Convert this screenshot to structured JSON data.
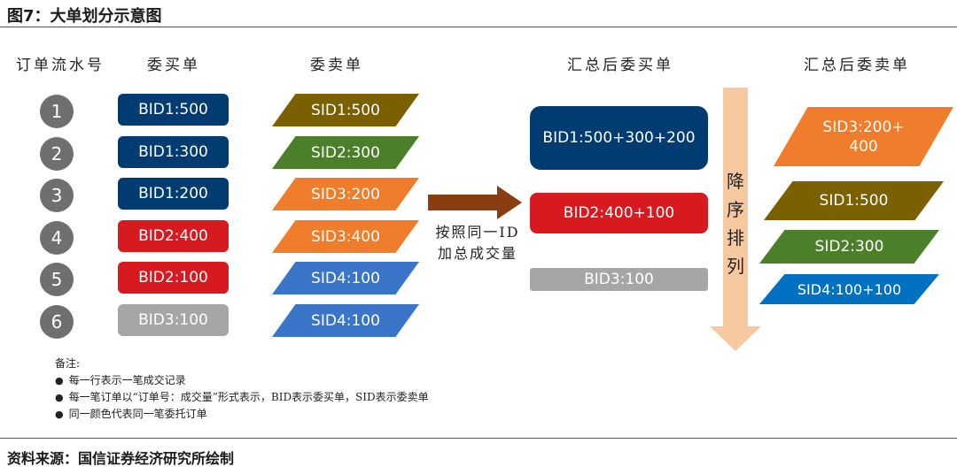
{
  "figure_title": "图7：大单划分示意图",
  "headers": {
    "serial": "订单流水号",
    "buy": "委买单",
    "sell": "委卖单",
    "agg_buy": "汇总后委买单",
    "agg_sell": "汇总后委卖单"
  },
  "rows": [
    {
      "num": "1",
      "bid": "BID1:500",
      "bid_color": "#003c71",
      "sid": "SID1:500",
      "sid_color": "#7a6000"
    },
    {
      "num": "2",
      "bid": "BID1:300",
      "bid_color": "#003c71",
      "sid": "SID2:300",
      "sid_color": "#4b7f2a"
    },
    {
      "num": "3",
      "bid": "BID1:200",
      "bid_color": "#003c71",
      "sid": "SID3:200",
      "sid_color": "#ef7d2b"
    },
    {
      "num": "4",
      "bid": "BID2:400",
      "bid_color": "#d71920",
      "sid": "SID3:400",
      "sid_color": "#ef7d2b"
    },
    {
      "num": "5",
      "bid": "BID2:100",
      "bid_color": "#d71920",
      "sid": "SID4:100",
      "sid_color": "#3b75c9"
    },
    {
      "num": "6",
      "bid": "BID3:100",
      "bid_color": "#a6a6a6",
      "sid": "SID4:100",
      "sid_color": "#3b75c9"
    }
  ],
  "arrow_label_line1": "按照同一ID",
  "arrow_label_line2": "加总成交量",
  "agg_buy": [
    {
      "label": "BID1:500+300+200",
      "color": "#003c71"
    },
    {
      "label": "BID2:400+100",
      "color": "#d71920"
    },
    {
      "label": "BID3:100",
      "color": "#a6a6a6"
    }
  ],
  "desc_chars": [
    "降",
    "序",
    "排",
    "列"
  ],
  "agg_sell": [
    {
      "label_line1": "SID3:200+",
      "label_line2": "400",
      "color": "#ef7d2b"
    },
    {
      "label_line1": "SID1:500",
      "label_line2": "",
      "color": "#7a6000"
    },
    {
      "label_line1": "SID2:300",
      "label_line2": "",
      "color": "#4b7f2a"
    },
    {
      "label_line1": "SID4:100+100",
      "label_line2": "",
      "color": "#0070c0"
    }
  ],
  "notes": {
    "heading": "备注:",
    "items": [
      "每一行表示一笔成交记录",
      "每一笔订单以“订单号：成交量”形式表示，BID表示委买单，SID表示委卖单",
      "同一颜色代表同一笔委托订单"
    ]
  },
  "source": "资料来源：国信证券经济研究所绘制",
  "colors": {
    "arrow_brown": "#8a3d10",
    "sort_arrow": "#f7c9a0",
    "circle_grey": "#6f6f6f"
  }
}
